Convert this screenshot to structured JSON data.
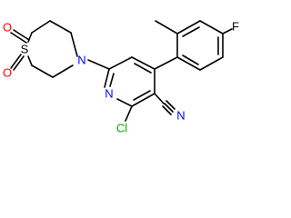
{
  "molecule": {
    "atoms": [
      {
        "id": "S",
        "text": "S",
        "color": "#000000"
      },
      {
        "id": "O1",
        "text": "O",
        "color": "#ff0000"
      },
      {
        "id": "O2",
        "text": "O",
        "color": "#ff0000"
      },
      {
        "id": "Nm",
        "text": "N",
        "color": "#0000ff"
      },
      {
        "id": "Np",
        "text": "N",
        "color": "#0000ff"
      },
      {
        "id": "Cl",
        "text": "Cl",
        "color": "#00aa00"
      },
      {
        "id": "Nn",
        "text": "N",
        "color": "#0000ff"
      },
      {
        "id": "F",
        "text": "F",
        "color": "#000000"
      }
    ]
  }
}
